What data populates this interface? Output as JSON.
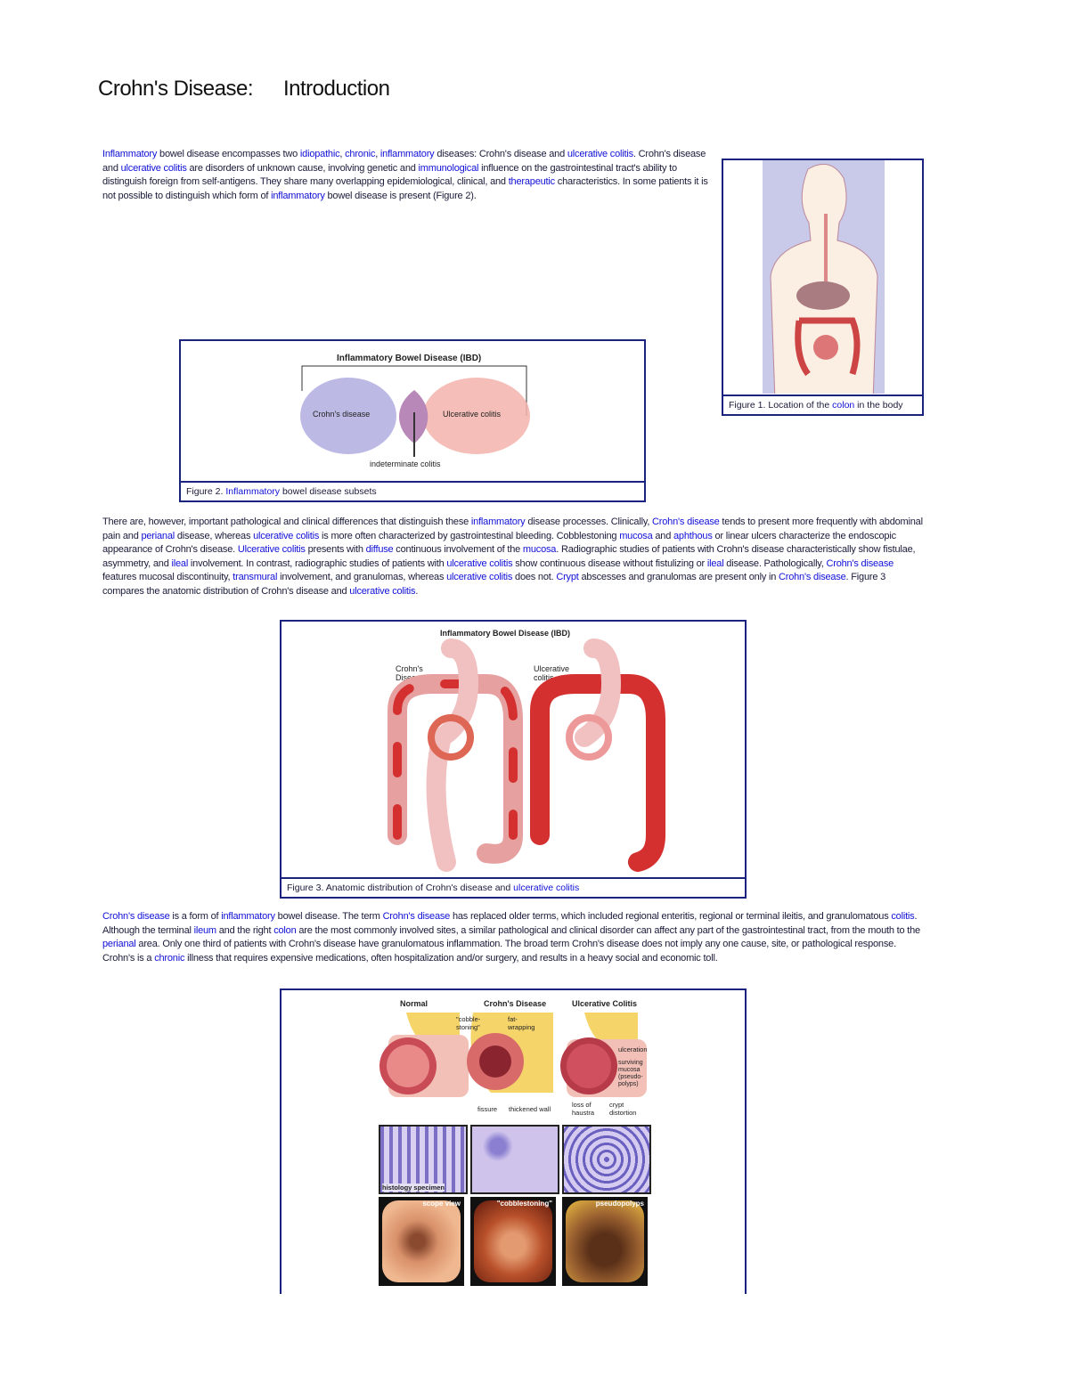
{
  "title": {
    "main": "Crohn's Disease:",
    "sub": "Introduction"
  },
  "paragraphs": [
    [
      {
        "t": "Inflammatory",
        "l": 1
      },
      {
        "t": " bowel disease encompasses two "
      },
      {
        "t": "idiopathic",
        "l": 1
      },
      {
        "t": ", "
      },
      {
        "t": "chronic",
        "l": 1
      },
      {
        "t": ", "
      },
      {
        "t": "inflammatory",
        "l": 1
      },
      {
        "t": " diseases: Crohn's disease and "
      },
      {
        "t": "ulcerative colitis",
        "l": 1
      },
      {
        "t": ". Crohn's disease and "
      },
      {
        "t": "ulcerative colitis",
        "l": 1
      },
      {
        "t": " are disorders of unknown cause, involving genetic and "
      },
      {
        "t": "immunological",
        "l": 1
      },
      {
        "t": " influence on the gastrointestinal tract's ability to distinguish foreign from self-antigens. They share many overlapping epidemiological, clinical, and "
      },
      {
        "t": "therapeutic",
        "l": 1
      },
      {
        "t": " characteristics. In some patients it is not possible to distinguish which form of "
      },
      {
        "t": "inflammatory",
        "l": 1
      },
      {
        "t": " bowel disease is present (Figure 2)."
      }
    ],
    [
      {
        "t": "There are, however, important pathological and clinical differences that distinguish these "
      },
      {
        "t": "inflammatory",
        "l": 1
      },
      {
        "t": " disease processes. Clinically, "
      },
      {
        "t": "Crohn's disease",
        "l": 1
      },
      {
        "t": " tends to present more frequently with abdominal pain and "
      },
      {
        "t": "perianal",
        "l": 1
      },
      {
        "t": " disease, whereas "
      },
      {
        "t": "ulcerative colitis",
        "l": 1
      },
      {
        "t": " is more often characterized by gastrointestinal bleeding. Cobblestoning "
      },
      {
        "t": "mucosa",
        "l": 1
      },
      {
        "t": " and "
      },
      {
        "t": "aphthous",
        "l": 1
      },
      {
        "t": " or linear ulcers characterize the endoscopic appearance of Crohn's disease. "
      },
      {
        "t": "Ulcerative colitis",
        "l": 1
      },
      {
        "t": " presents with "
      },
      {
        "t": "diffuse",
        "l": 1
      },
      {
        "t": " continuous involvement of the "
      },
      {
        "t": "mucosa",
        "l": 1
      },
      {
        "t": ". Radiographic studies of patients with Crohn's disease characteristically show fistulae, asymmetry, and "
      },
      {
        "t": "ileal",
        "l": 1
      },
      {
        "t": " involvement. In contrast, radiographic studies of patients with "
      },
      {
        "t": "ulcerative colitis",
        "l": 1
      },
      {
        "t": " show continuous disease without fistulizing or "
      },
      {
        "t": "ileal",
        "l": 1
      },
      {
        "t": " disease. Pathologically, "
      },
      {
        "t": "Crohn's disease",
        "l": 1
      },
      {
        "t": " features mucosal discontinuity, "
      },
      {
        "t": "transmural",
        "l": 1
      },
      {
        "t": " involvement, and granulomas, whereas "
      },
      {
        "t": "ulcerative colitis",
        "l": 1
      },
      {
        "t": " does not. "
      },
      {
        "t": "Crypt",
        "l": 1
      },
      {
        "t": " abscesses and granulomas are present only in "
      },
      {
        "t": "Crohn's disease",
        "l": 1
      },
      {
        "t": ". Figure 3 compares the anatomic distribution of Crohn's disease and "
      },
      {
        "t": "ulcerative colitis",
        "l": 1
      },
      {
        "t": "."
      }
    ],
    [
      {
        "t": "Crohn's disease",
        "l": 1
      },
      {
        "t": " is a form of "
      },
      {
        "t": "inflammatory",
        "l": 1
      },
      {
        "t": " bowel disease. The term "
      },
      {
        "t": "Crohn's disease",
        "l": 1
      },
      {
        "t": " has replaced older terms, which included regional enteritis, regional or terminal ileitis, and granulomatous "
      },
      {
        "t": "colitis",
        "l": 1
      },
      {
        "t": ". Although the terminal "
      },
      {
        "t": "ileum",
        "l": 1
      },
      {
        "t": " and the right "
      },
      {
        "t": "colon",
        "l": 1
      },
      {
        "t": " are the most commonly involved sites, a similar pathological and clinical disorder can affect any part of the gastrointestinal tract, from the mouth to the "
      },
      {
        "t": "perianal",
        "l": 1
      },
      {
        "t": " area. Only one third of patients with Crohn's disease have granulomatous inflammation. The broad term Crohn's disease does not imply any one cause, site, or pathological response. Crohn's is a "
      },
      {
        "t": "chronic",
        "l": 1
      },
      {
        "t": " illness that requires expensive medications, often hospitalization and/or surgery, and results in a heavy social and economic toll."
      }
    ]
  ],
  "figure1": {
    "caption_pre": "Figure 1. Location of the ",
    "caption_link": "colon",
    "caption_post": " in the body"
  },
  "figure2": {
    "heading": "Inflammatory Bowel Disease (IBD)",
    "left": "Crohn's disease",
    "right": "Ulcerative colitis",
    "overlap": "indeterminate colitis",
    "caption_pre": "Figure 2. ",
    "caption_link": "Inflammatory",
    "caption_post": " bowel disease subsets"
  },
  "figure3": {
    "heading": "Inflammatory Bowel Disease (IBD)",
    "left_label": "Crohn's Disease",
    "right_label": "Ulcerative colitis",
    "caption_pre": "Figure 3. Anatomic distribution of Crohn's disease and ",
    "caption_link": "ulcerative colitis"
  },
  "figure4": {
    "columns": [
      "Normal",
      "Crohn's Disease",
      "Ulcerative Colitis"
    ],
    "annotations": {
      "cobble": "\"cobble-stoning\"",
      "fat": "fat-wrapping",
      "fissure": "fissure",
      "wall": "thickened wall",
      "ulceration": "ulceration",
      "surviving": "surviving mucosa (pseudo-polyps)",
      "haustra": "loss of haustra",
      "crypt": "crypt distortion"
    },
    "histology_label": "histology specimen",
    "scope_labels": [
      "scope view",
      "\"cobblestoning\"",
      "pseudopolyps"
    ]
  },
  "colors": {
    "link": "#1010d8",
    "border": "#1a237e"
  }
}
